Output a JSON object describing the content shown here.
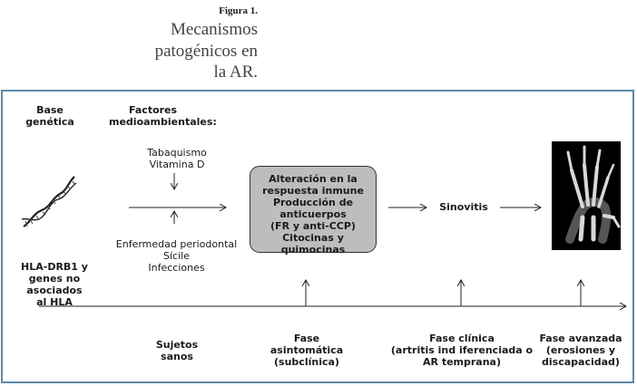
{
  "figure": {
    "label": "Figura 1.",
    "title_lines": [
      "Mecanismos",
      "patogénicos en",
      "la AR."
    ]
  },
  "genetics": {
    "title_lines": [
      "Base",
      "genética"
    ],
    "caption_lines": [
      "HLA-DRB1 y",
      "genes no asociados",
      "al HLA"
    ]
  },
  "environment": {
    "title_lines": [
      "Factores",
      "medioambientales:"
    ],
    "top_items": [
      "Tabaquismo",
      "Vitamina D"
    ],
    "bottom_items": [
      "Enfermedad periodontal",
      "Sícile",
      "Infecciones"
    ]
  },
  "immune_box": {
    "lines": [
      "Alteración en la",
      "respuesta inmune",
      "Producción de",
      "anticuerpos",
      "(FR y anti-CCP)",
      "Citocinas y quimocinas"
    ]
  },
  "synovitis": "Sinovitis",
  "timeline": {
    "stages": [
      {
        "id": "sanos",
        "lines": [
          "Sujetos",
          "sanos"
        ]
      },
      {
        "id": "asintomatica",
        "lines": [
          "Fase",
          "asintomática",
          "(subclínica)"
        ]
      },
      {
        "id": "clinica",
        "lines": [
          "Fase clínica",
          "(artritis ind iferenciada o",
          "AR temprana)"
        ]
      },
      {
        "id": "avanzada",
        "lines": [
          "Fase avanzada",
          "(erosiones y",
          "discapacidad)"
        ]
      }
    ]
  },
  "colors": {
    "border": "#5b8aa8",
    "box_fill": "#bdbdbd",
    "dna": "#222222",
    "xray_bg": "#000000"
  },
  "icons": [
    "dna-helix-icon",
    "hand-xray-image"
  ]
}
